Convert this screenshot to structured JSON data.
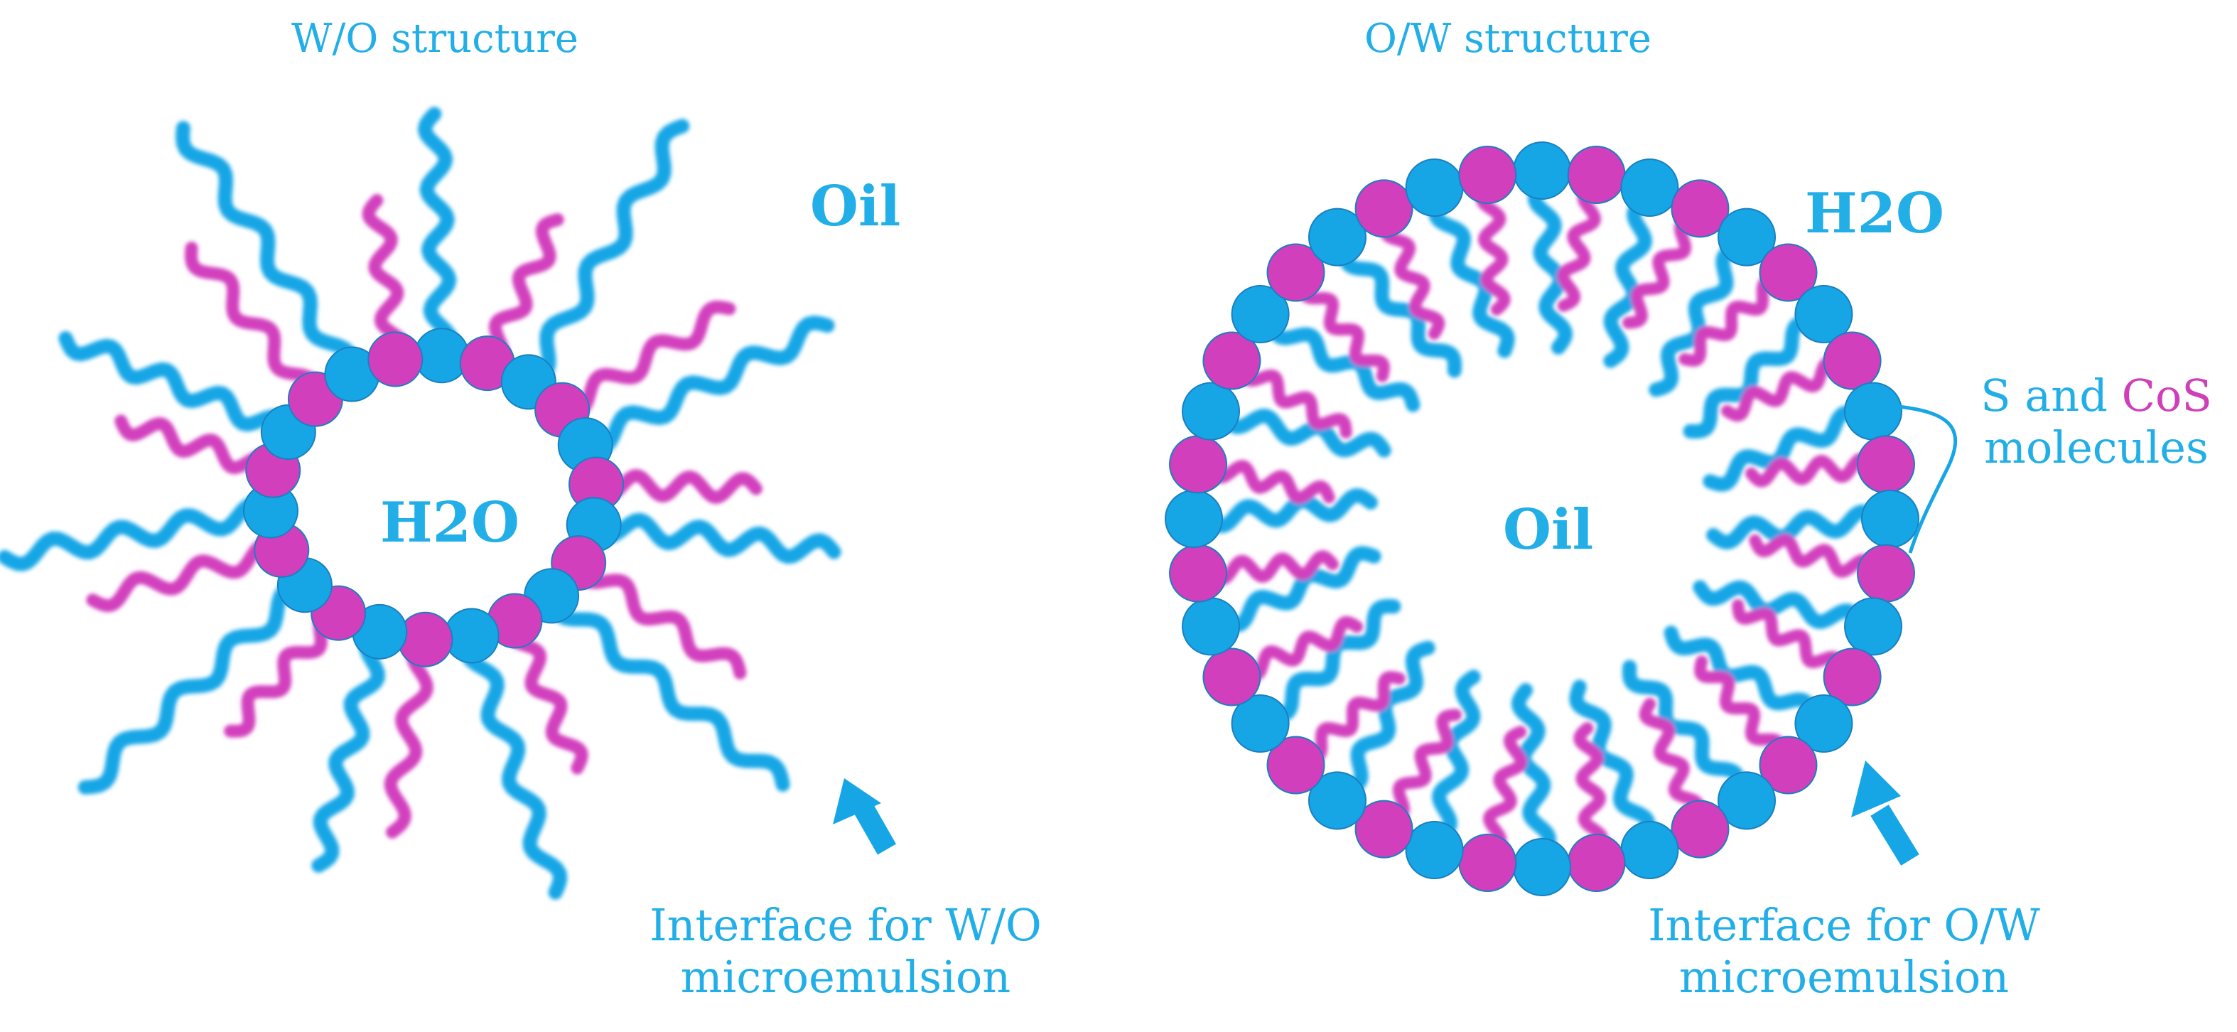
{
  "left_panel": {
    "title": "W/O structure",
    "oil_label": "Oil",
    "core_label": "H2O",
    "interface_line1": "Interface for W/O",
    "interface_line2": "microemulsion"
  },
  "right_panel": {
    "title": "O/W structure",
    "outer_label": "H2O",
    "core_label": "Oil",
    "molecules_s": "S and",
    "molecules_cos": "CoS",
    "molecules_line2": "molecules",
    "interface_line1": "Interface for O/W",
    "interface_line2": "microemulsion"
  },
  "colors": {
    "surfactant": "#16a6e6",
    "cosurfactant": "#d23fbd",
    "text": "#22aee6"
  }
}
